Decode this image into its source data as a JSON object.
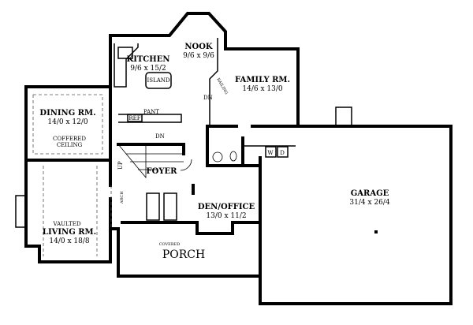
{
  "rooms": {
    "nook": {
      "name": "NOOK",
      "dims": "9/6 x 9/6"
    },
    "kitchen": {
      "name": "KITCHEN",
      "dims": "9/6 x 15/2"
    },
    "family": {
      "name": "FAMILY RM.",
      "dims": "14/6 x 13/0"
    },
    "dining": {
      "name": "DINING RM.",
      "dims": "14/0 x 12/0",
      "note1": "COFFERED",
      "note2": "CEILING"
    },
    "living": {
      "name": "LIVING RM.",
      "dims": "14/0 x 18/8",
      "note": "VAULTED"
    },
    "foyer": {
      "name": "FOYER"
    },
    "den": {
      "name": "DEN/OFFICE",
      "dims": "13/0 x 11/2"
    },
    "garage": {
      "name": "GARAGE",
      "dims": "31/4 x 26/4"
    },
    "porch": {
      "name": "PORCH",
      "note": "COVERED"
    }
  },
  "labels": {
    "island": "ISLAND",
    "railing": "RAILING",
    "dn_family": "DN",
    "dn_stairs": "DN",
    "up": "UP",
    "ref": "REF",
    "pant": "PANT",
    "arch": "ARCH",
    "washer": "W",
    "dryer": "D"
  }
}
